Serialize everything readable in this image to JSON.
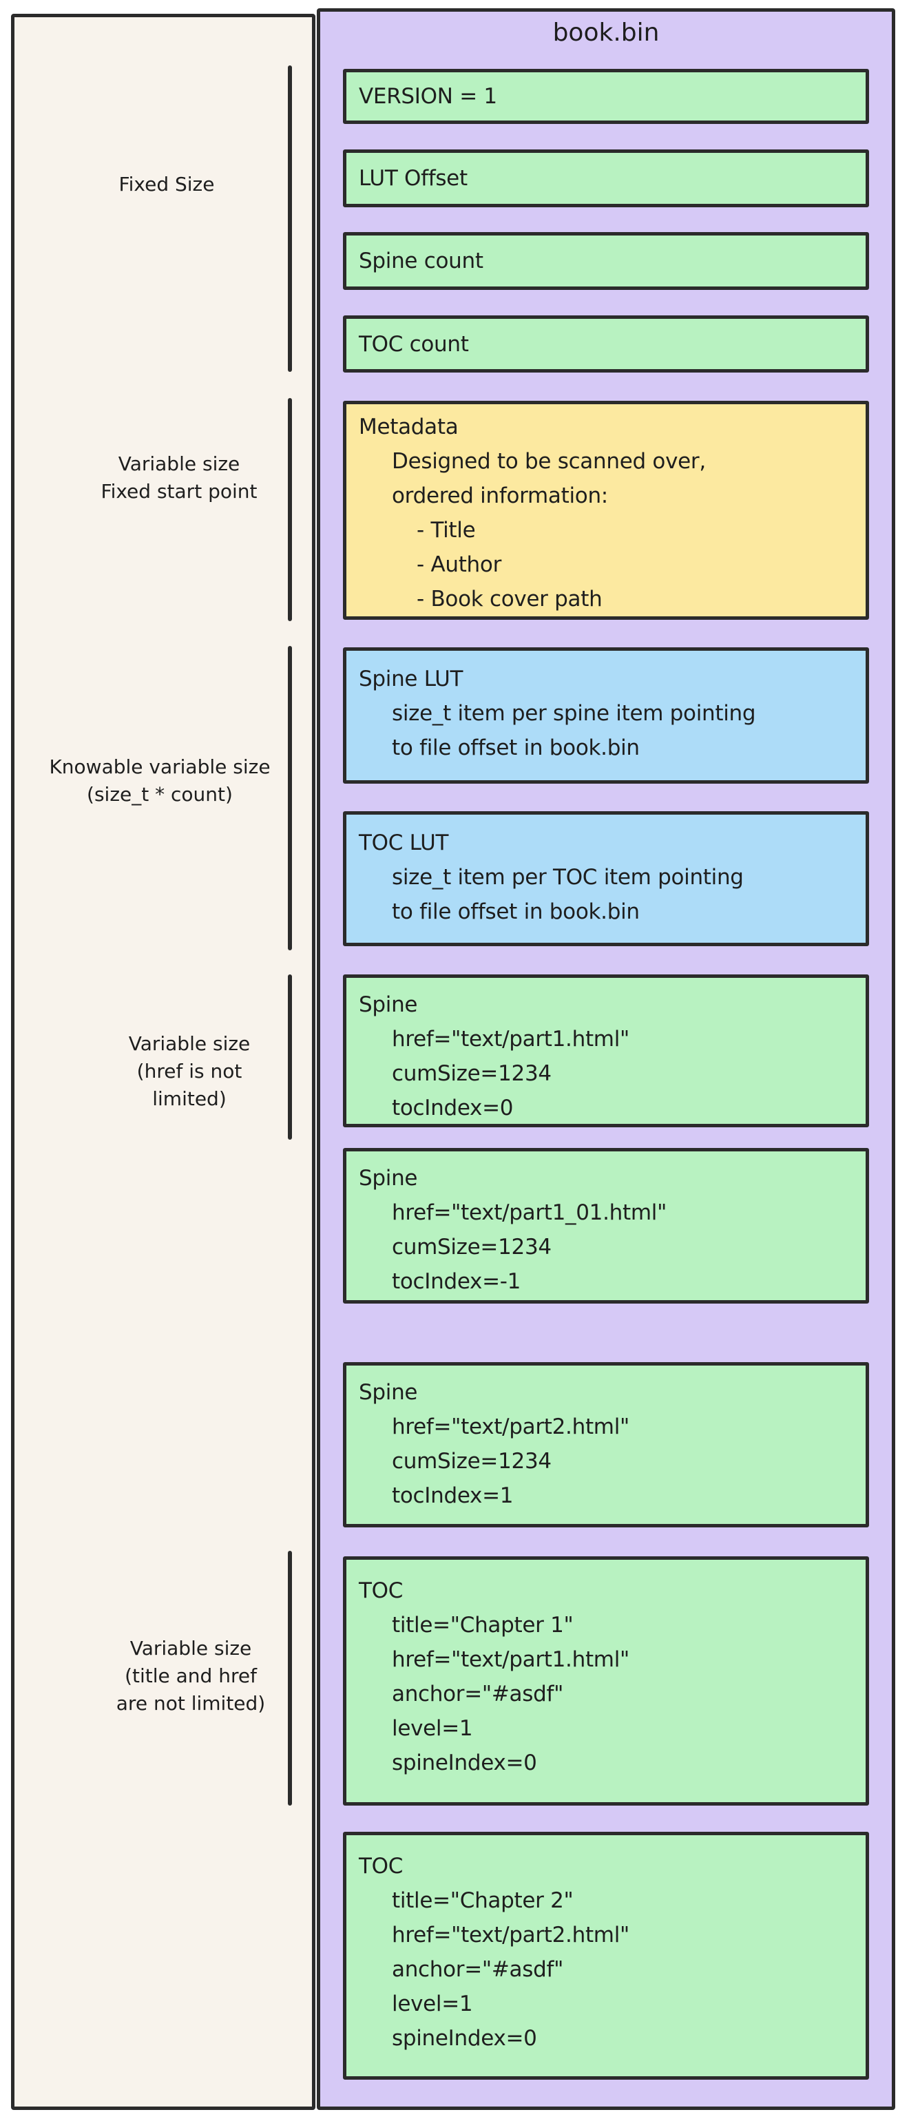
{
  "diagram": {
    "title": "book.bin",
    "colors": {
      "panel_fill": "#f8f3ec",
      "file_fill": "#d6c9f6",
      "green_fill": "#b8f2c1",
      "blue_fill": "#addcf8",
      "yellow_fill": "#fce9a0",
      "stroke": "#2b2b2b",
      "text": "#1e1e1e"
    },
    "sections": [
      {
        "label_lines": [
          "Fixed Size"
        ]
      },
      {
        "label_lines": [
          "Variable size",
          "Fixed start point"
        ]
      },
      {
        "label_lines": [
          "Knowable variable size",
          "(size_t * count)"
        ]
      },
      {
        "label_lines": [
          "Variable size",
          "(href is not",
          "limited)"
        ]
      },
      {
        "label_lines": [
          "Variable size",
          "(title and href",
          "are not limited)"
        ]
      }
    ],
    "blocks": [
      {
        "kind": "field",
        "color": "green",
        "lines": [
          "VERSION = 1"
        ]
      },
      {
        "kind": "field",
        "color": "green",
        "lines": [
          "LUT Offset"
        ]
      },
      {
        "kind": "field",
        "color": "green",
        "lines": [
          "Spine count"
        ]
      },
      {
        "kind": "field",
        "color": "green",
        "lines": [
          "TOC count"
        ]
      },
      {
        "kind": "metadata",
        "color": "yellow",
        "lines": [
          "Metadata",
          "Designed to be scanned over,",
          "ordered information:",
          "- Title",
          "- Author",
          "- Book cover path"
        ]
      },
      {
        "kind": "lut",
        "color": "blue",
        "lines": [
          "Spine LUT",
          "size_t item per spine item pointing",
          "to file offset in book.bin"
        ]
      },
      {
        "kind": "lut",
        "color": "blue",
        "lines": [
          "TOC LUT",
          "size_t item per TOC item pointing",
          "to file offset in book.bin"
        ]
      },
      {
        "kind": "spine",
        "color": "green",
        "lines": [
          "Spine",
          "href=\"text/part1.html\"",
          "cumSize=1234",
          "tocIndex=0"
        ]
      },
      {
        "kind": "spine",
        "color": "green",
        "lines": [
          "Spine",
          "href=\"text/part1_01.html\"",
          "cumSize=1234",
          "tocIndex=-1"
        ]
      },
      {
        "kind": "spine",
        "color": "green",
        "lines": [
          "Spine",
          "href=\"text/part2.html\"",
          "cumSize=1234",
          "tocIndex=1"
        ]
      },
      {
        "kind": "toc",
        "color": "green",
        "lines": [
          "TOC",
          "title=\"Chapter 1\"",
          "href=\"text/part1.html\"",
          "anchor=\"#asdf\"",
          "level=1",
          "spineIndex=0"
        ]
      },
      {
        "kind": "toc",
        "color": "green",
        "lines": [
          "TOC",
          "title=\"Chapter 2\"",
          "href=\"text/part2.html\"",
          "anchor=\"#asdf\"",
          "level=1",
          "spineIndex=0"
        ]
      }
    ]
  }
}
